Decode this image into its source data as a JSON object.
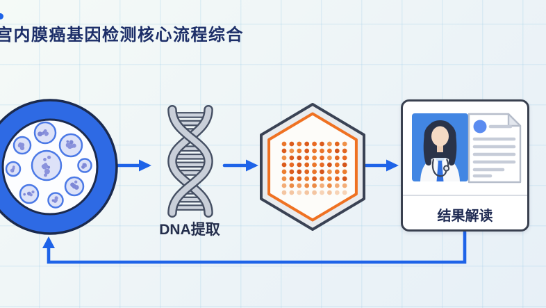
{
  "header": {
    "title": "宫内膜癌基因检测核心流程综合"
  },
  "flow": {
    "stages": [
      {
        "id": "tissue-sample",
        "icon": "cell-sample-icon",
        "label": ""
      },
      {
        "id": "dna-extraction",
        "icon": "dna-helix-icon",
        "label": "DNA提取"
      },
      {
        "id": "gene-chip",
        "icon": "microarray-chip-icon",
        "label": ""
      },
      {
        "id": "result-interpretation",
        "icon": "doctor-report-icon",
        "label": "结果解读"
      }
    ],
    "connections": [
      {
        "from": "tissue-sample",
        "to": "dna-extraction",
        "style": "arrow-right"
      },
      {
        "from": "dna-extraction",
        "to": "gene-chip",
        "style": "arrow-right"
      },
      {
        "from": "gene-chip",
        "to": "result-interpretation",
        "style": "arrow-right"
      },
      {
        "from": "result-interpretation",
        "to": "tissue-sample",
        "style": "feedback-loop-bottom"
      }
    ]
  },
  "microarray": {
    "rows": 8,
    "cols": 9,
    "main_palette": [
      "#e2661f",
      "#d4551a",
      "#ec7d2e",
      "#e86a24",
      "#ef9148",
      "#db5c1d",
      "#ea752a"
    ],
    "light_palette": [
      "#f09c5e",
      "#eb8a44",
      "#f3ad77"
    ],
    "faint_palette": [
      "#f7d3b6",
      "#f4c5a1",
      "#f9e0cc"
    ]
  },
  "colors": {
    "accent_blue": "#1e63e8",
    "ring_blue": "#2e6ae4",
    "navy_outline": "#1b2a4e",
    "title_navy": "#1c2e68",
    "chip_orange": "#ef7122",
    "cell_fill": "#dde2f8",
    "cell_nucleus": "#8a92dc",
    "background": "#eef4f4"
  }
}
